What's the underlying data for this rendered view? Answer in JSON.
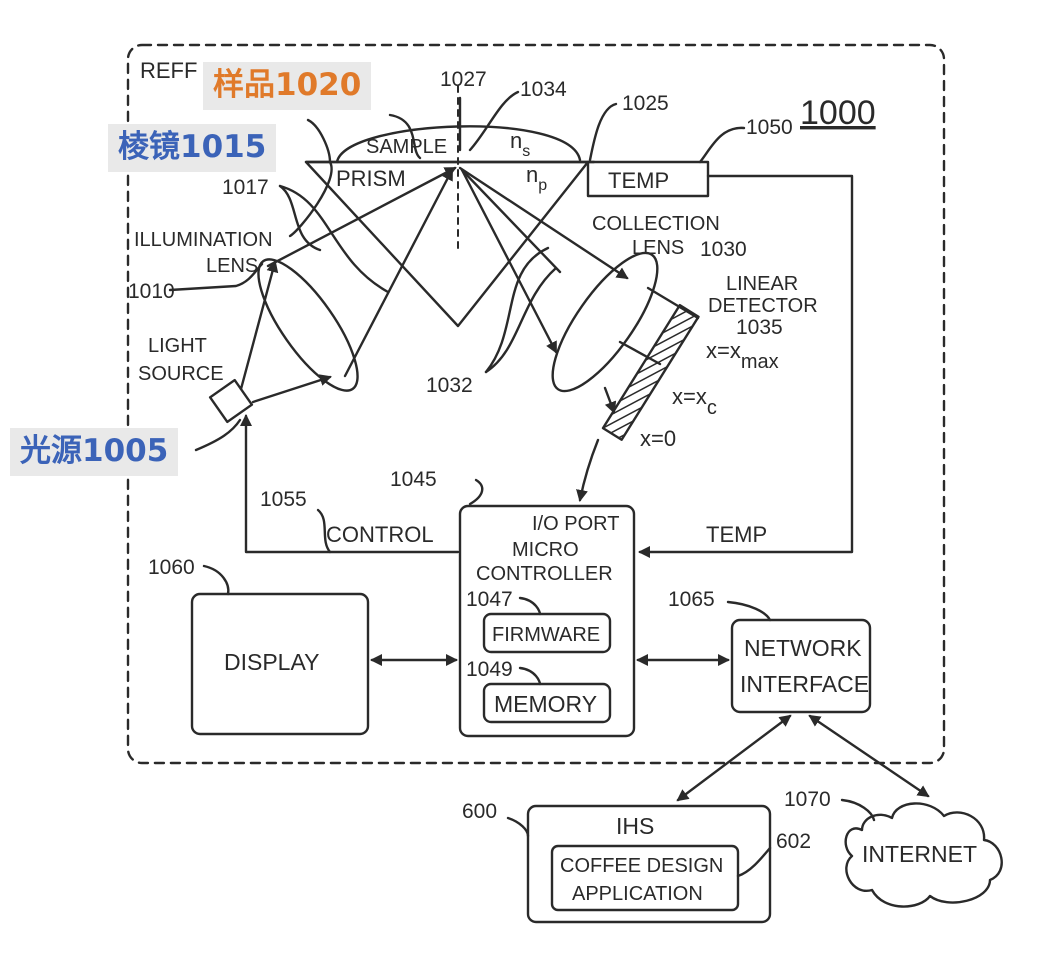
{
  "diagram": {
    "figure_number": "1000",
    "frame_label": "REFF",
    "annotations": {
      "sample_cn": "样品1020",
      "prism_cn": "棱镜1015",
      "light_source_cn": "光源1005"
    },
    "optics": {
      "sample_label": "SAMPLE",
      "prism_label": "PRISM",
      "temp_label": "TEMP",
      "ns_main": "n",
      "ns_sub": "s",
      "np_main": "n",
      "np_sub": "p",
      "illumination_lens_line1": "ILLUMINATION",
      "illumination_lens_line2": "LENS",
      "light_source_line1": "LIGHT",
      "light_source_line2": "SOURCE",
      "collection_lens_line1": "COLLECTION",
      "collection_lens_line2": "LENS",
      "linear_detector_line1": "LINEAR",
      "linear_detector_line2": "DETECTOR",
      "x_max_main": "x=x",
      "x_max_sub": "max",
      "x_c_main": "x=x",
      "x_c_sub": "c",
      "x_zero": "x=0"
    },
    "refs": {
      "r1027": "1027",
      "r1034": "1034",
      "r1025": "1025",
      "r1050": "1050",
      "r1017": "1017",
      "r1010": "1010",
      "r1030": "1030",
      "r1035": "1035",
      "r1032": "1032",
      "r1045": "1045",
      "r1055": "1055",
      "r1060": "1060",
      "r1047": "1047",
      "r1049": "1049",
      "r1065": "1065",
      "r600": "600",
      "r602": "602",
      "r1070": "1070"
    },
    "signals": {
      "control": "CONTROL",
      "temp": "TEMP"
    },
    "controller": {
      "line1": "I/O PORT",
      "line2": "MICRO",
      "line3": "CONTROLLER",
      "firmware": "FIRMWARE",
      "memory": "MEMORY"
    },
    "display": "DISPLAY",
    "network_interface_line1": "NETWORK",
    "network_interface_line2": "INTERFACE",
    "ihs": {
      "label": "IHS",
      "app_line1": "COFFEE DESIGN",
      "app_line2": "APPLICATION"
    },
    "internet": "INTERNET"
  }
}
